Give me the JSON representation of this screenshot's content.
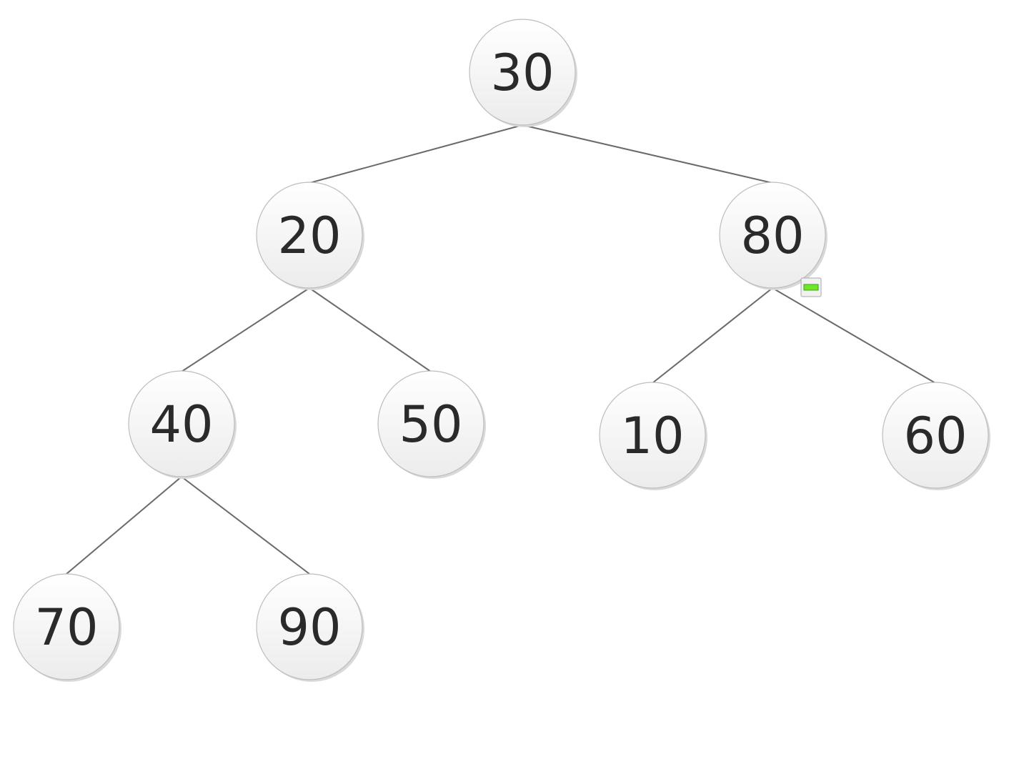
{
  "tree": {
    "nodes": [
      {
        "id": "n30",
        "label": "30"
      },
      {
        "id": "n20",
        "label": "20"
      },
      {
        "id": "n80",
        "label": "80"
      },
      {
        "id": "n40",
        "label": "40"
      },
      {
        "id": "n50",
        "label": "50"
      },
      {
        "id": "n10",
        "label": "10"
      },
      {
        "id": "n60",
        "label": "60"
      },
      {
        "id": "n70",
        "label": "70"
      },
      {
        "id": "n90",
        "label": "90"
      }
    ],
    "edges": [
      {
        "from": "n30",
        "to": "n20"
      },
      {
        "from": "n30",
        "to": "n80"
      },
      {
        "from": "n20",
        "to": "n40"
      },
      {
        "from": "n20",
        "to": "n50"
      },
      {
        "from": "n80",
        "to": "n10"
      },
      {
        "from": "n80",
        "to": "n60"
      },
      {
        "from": "n40",
        "to": "n70"
      },
      {
        "from": "n40",
        "to": "n90"
      }
    ],
    "collapse_toggle_on": "n80",
    "colors": {
      "edge": "#6a6a6a",
      "node_fill_top": "#ffffff",
      "node_fill_bottom": "#ececec",
      "node_stroke": "#bdbdbd",
      "label": "#2a2a2a",
      "toggle_bar": "#6ee62a"
    },
    "icons": {
      "collapse_toggle": "collapse-minus-icon"
    }
  }
}
